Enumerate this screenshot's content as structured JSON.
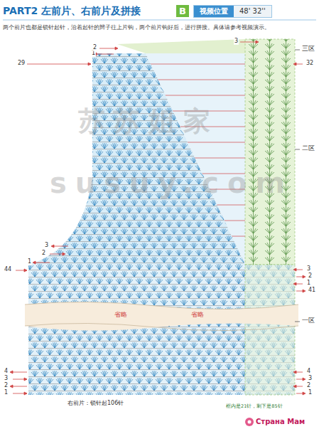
{
  "diagram": {
    "title": "PART2 左前片、右前片及拼接",
    "nodes": [
      {
        "text": [
          "B"
        ]
      },
      {
        "text": [
          "视频位置",
          "48' 32''"
        ]
      }
    ],
    "labels": [
      "两个前片也都是锁针起针，沿着起针的辫子往上片钩，两个前片钩好后，进行拼接。具体请参考视频演示。",
      "1",
      "2",
      "29",
      "3",
      "2",
      "1",
      "44",
      "4",
      "3",
      "2",
      "1",
      "3",
      "三区",
      "32",
      "二区",
      "3",
      "2",
      "1",
      "41",
      "一区",
      "4",
      "3",
      "2",
      "1",
      "省略",
      "省略",
      "苏苏姐家",
      "susuy.com",
      "右前片：锁针起106针",
      "框内是21针，剩下是85针",
      "Страна Мам"
    ]
  }
}
